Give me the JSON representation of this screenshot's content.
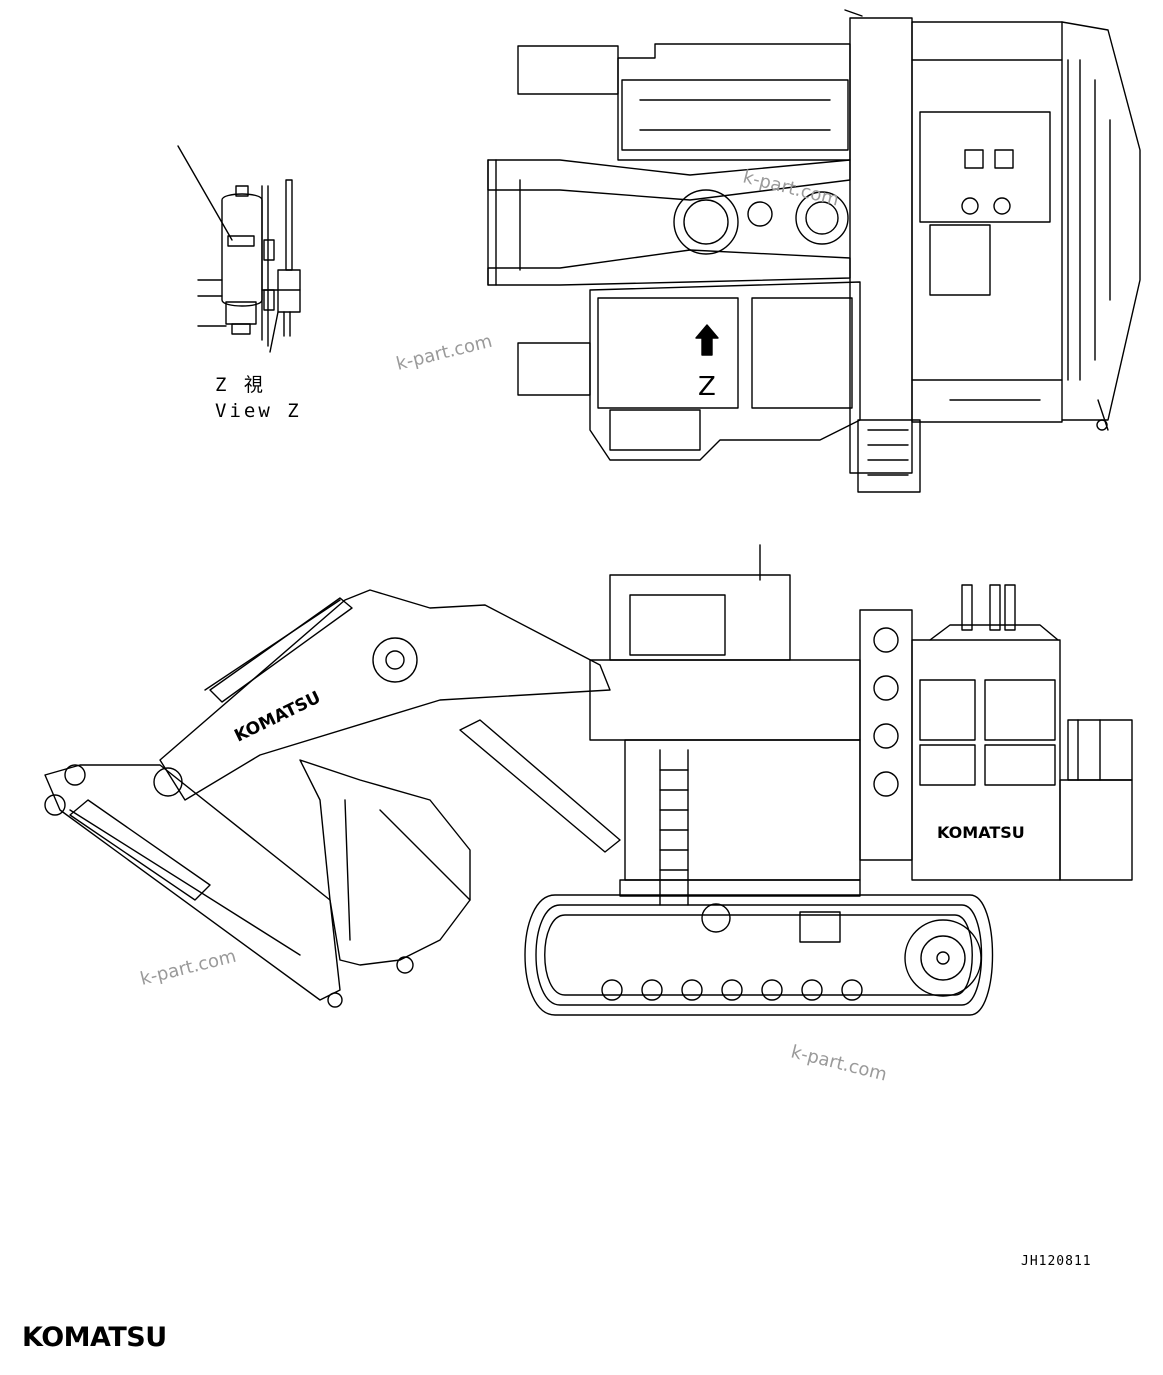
{
  "view_label": {
    "japanese": "Z 視",
    "english": "View Z"
  },
  "arrow_letter": "Z",
  "watermarks": [
    "k-part.com",
    "k-part.com",
    "k-part.com",
    "k-part.com"
  ],
  "boom_decal": "KOMATSU",
  "body_decal": "KOMATSU",
  "doc_id": "JH120811",
  "brand_logo": "KOMATSU",
  "colors": {
    "line": "#000000",
    "background": "#ffffff",
    "watermark": "#9a9a9a"
  }
}
